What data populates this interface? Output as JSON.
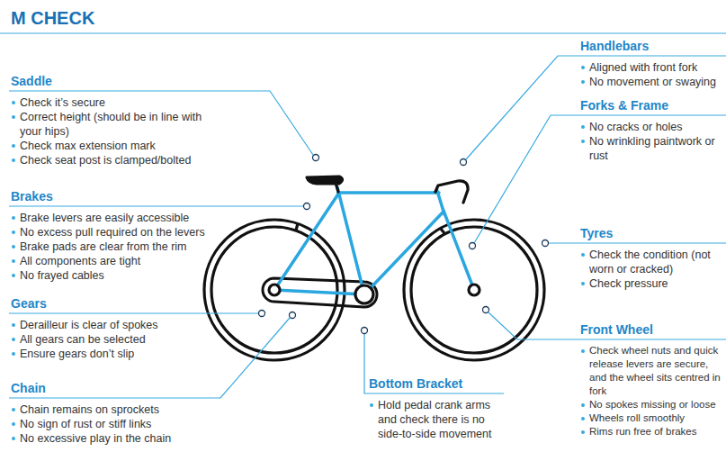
{
  "diagram": {
    "title": "M CHECK",
    "labels": [
      "Saddle",
      "Check it’s secure",
      "Correct height (should be in line with your hips)",
      "Check max extension mark",
      "Check seat post is clamped/bolted",
      "Brakes",
      "Brake levers are easily accessible",
      "No excess pull required on the levers",
      "Brake pads are clear from the rim",
      "All components are tight",
      "No frayed cables",
      "Gears",
      "Derailleur is clear of spokes",
      "All gears can be selected",
      "Ensure gears don’t slip",
      "Chain",
      "Chain remains on sprockets",
      "No sign of rust or stiff links",
      "No excessive play in the chain",
      "Bottom Bracket",
      "Hold pedal crank arms and check there is no side-to-side movement",
      "Handlebars",
      "Aligned with front fork",
      "No movement or swaying",
      "Forks & Frame",
      "No cracks or holes",
      "No wrinkling paintwork or rust",
      "Tyres",
      "Check the condition (not worn or cracked)",
      "Check pressure",
      "Front Wheel",
      "Check wheel nuts and quick release levers are secure, and the wheel sits centred in fork",
      "No spokes missing or loose",
      "Wheels roll smoothly",
      "Rims run free of brakes"
    ]
  }
}
